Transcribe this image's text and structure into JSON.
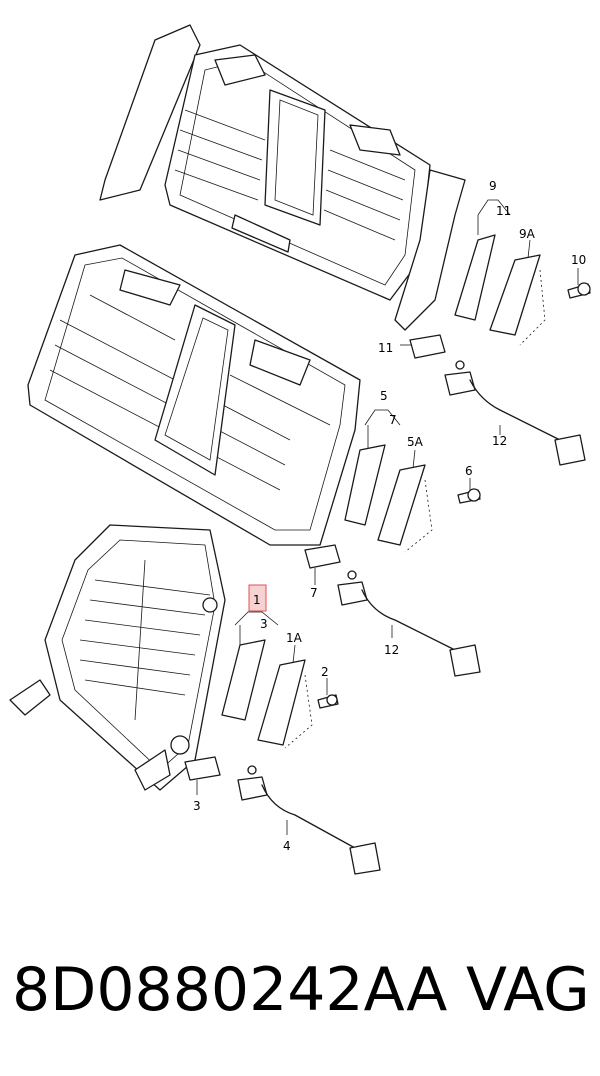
{
  "callouts": {
    "c9": "9",
    "c11a": "11",
    "c9a": "9A",
    "c10": "10",
    "c11b": "11",
    "c12a": "12",
    "c5": "5",
    "c7a": "7",
    "c5a": "5A",
    "c6": "6",
    "c7b": "7",
    "c12b": "12",
    "c1": "1",
    "c3a": "3",
    "c1a": "1A",
    "c2": "2",
    "c3b": "3",
    "c4": "4"
  },
  "highlight_color": "#e05050",
  "footer": {
    "part_number": "8D0880242AA",
    "brand": "VAG"
  }
}
